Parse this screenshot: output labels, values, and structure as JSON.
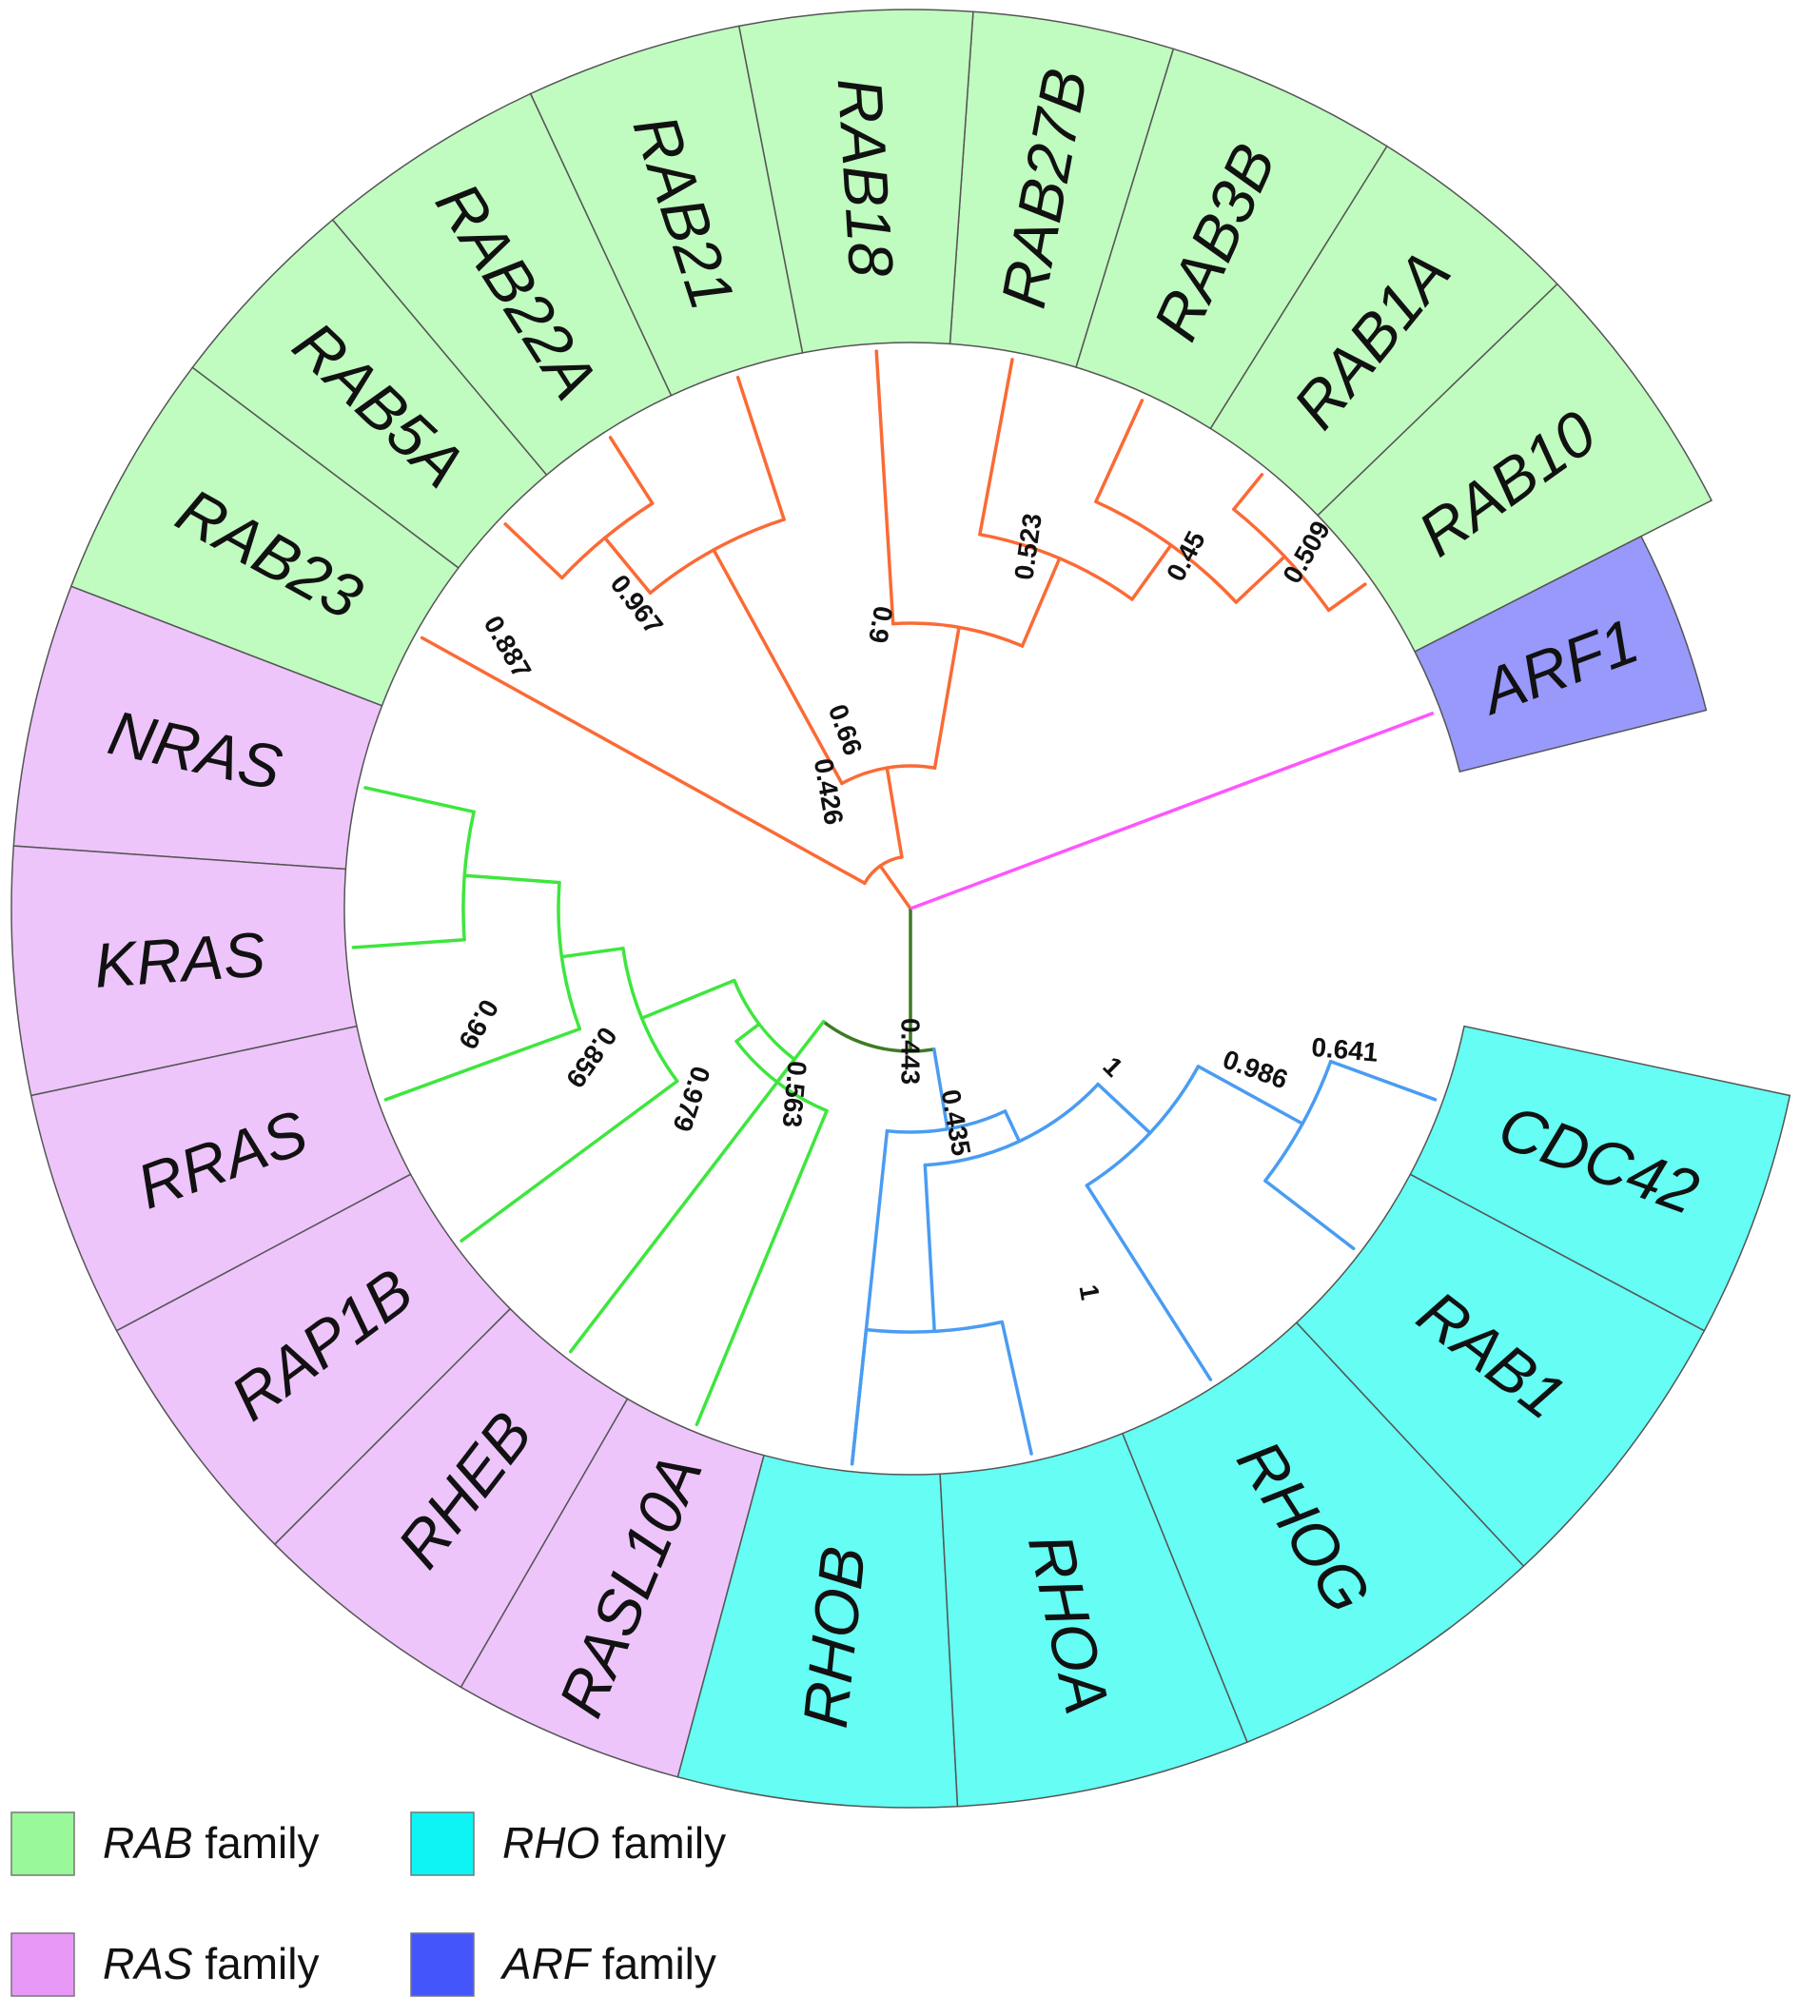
{
  "families": {
    "RAB": {
      "color": "#c0fbc0",
      "legend_color": "#99f899",
      "branch_color": "#fb6a35"
    },
    "RAS": {
      "color": "#edc5fb",
      "legend_color": "#e899f8",
      "branch_color": "#3ee63e"
    },
    "RHO": {
      "color": "#65fdf4",
      "legend_color": "#0ef4f4",
      "branch_color": "#4a9cf2"
    },
    "ARF": {
      "color": "#9899fb",
      "legend_color": "#4455fb",
      "branch_color": "#ff55ff"
    }
  },
  "root_branch_color": "#3f7a24",
  "leaves": [
    {
      "label": "RAB10",
      "family": "RAB"
    },
    {
      "label": "RAB1A",
      "family": "RAB"
    },
    {
      "label": "RAB3B",
      "family": "RAB"
    },
    {
      "label": "RAB27B",
      "family": "RAB"
    },
    {
      "label": "RAB18",
      "family": "RAB"
    },
    {
      "label": "RAB21",
      "family": "RAB"
    },
    {
      "label": "RAB22A",
      "family": "RAB"
    },
    {
      "label": "RAB5A",
      "family": "RAB"
    },
    {
      "label": "RAB23",
      "family": "RAB"
    },
    {
      "label": "NRAS",
      "family": "RAS"
    },
    {
      "label": "KRAS",
      "family": "RAS"
    },
    {
      "label": "RRAS",
      "family": "RAS"
    },
    {
      "label": "RAP1B",
      "family": "RAS"
    },
    {
      "label": "RHEB",
      "family": "RAS"
    },
    {
      "label": "RASL10A",
      "family": "RAS"
    },
    {
      "label": "RHOB",
      "family": "RHO"
    },
    {
      "label": "RHOA",
      "family": "RHO"
    },
    {
      "label": "RHOG",
      "family": "RHO"
    },
    {
      "label": "RAB1",
      "family": "RHO"
    },
    {
      "label": "CDC42",
      "family": "RHO"
    },
    {
      "label": "ARF1",
      "family": "ARF"
    }
  ],
  "support_values": [
    {
      "label": "0.509"
    },
    {
      "label": "0.45"
    },
    {
      "label": "0.523"
    },
    {
      "label": "0.9"
    },
    {
      "label": "0.66"
    },
    {
      "label": "0.887"
    },
    {
      "label": "0.967"
    },
    {
      "label": "0.426"
    },
    {
      "label": "0.99"
    },
    {
      "label": "0.859"
    },
    {
      "label": "0.979"
    },
    {
      "label": "0.563"
    },
    {
      "label": "0.443"
    },
    {
      "label": "0.435"
    },
    {
      "label": "1"
    },
    {
      "label": "1"
    },
    {
      "label": "0.986"
    },
    {
      "label": "0.641"
    }
  ],
  "legend": [
    {
      "family": "RAB",
      "italic": "RAB",
      "rest": " family"
    },
    {
      "family": "RHO",
      "italic": "RHO",
      "rest": " family"
    },
    {
      "family": "RAS",
      "italic": "RAS",
      "rest": " family"
    },
    {
      "family": "ARF",
      "italic": "ARF",
      "rest": " family"
    }
  ]
}
